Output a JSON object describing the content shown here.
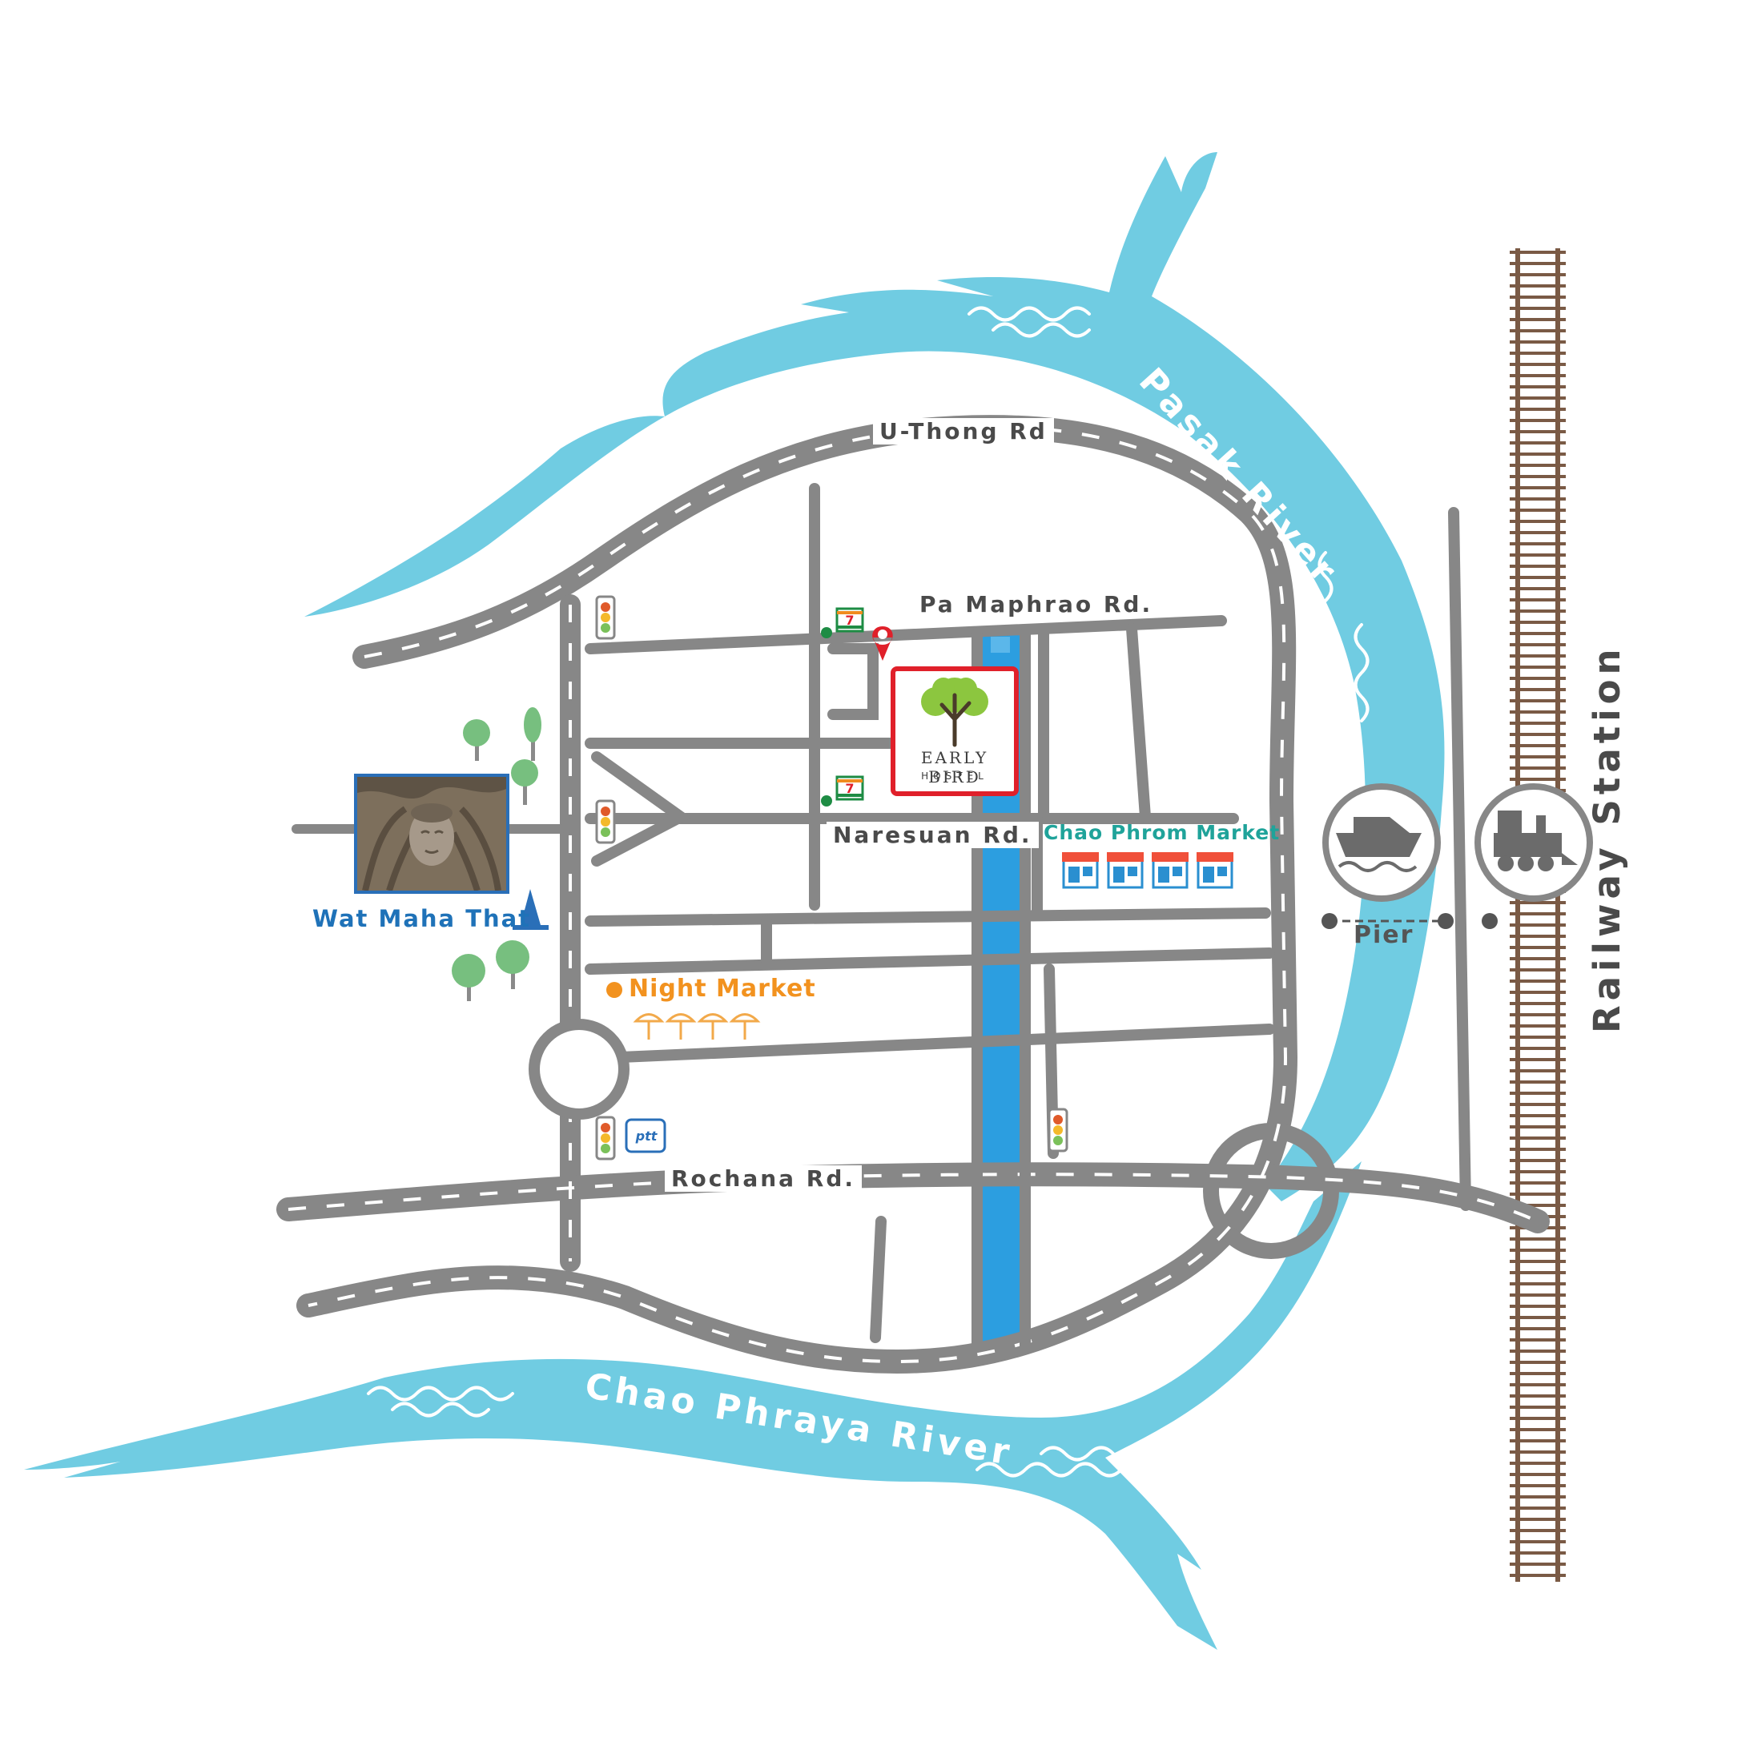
{
  "map": {
    "roads": {
      "u_thong": "U-Thong Rd",
      "pa_maphrao": "Pa Maphrao Rd.",
      "naresuan": "Naresuan Rd.",
      "rochana": "Rochana Rd."
    },
    "rivers": {
      "pasak": "Pasak River",
      "chao_phraya": "Chao Phraya River"
    },
    "places": {
      "hostel_line1": "EARLY BIRD",
      "hostel_line2": "HOSTEL",
      "chao_phrom": "Chao Phrom Market",
      "night_market": "Night Market",
      "wat_maha_that": "Wat Maha That",
      "pier": "Pier",
      "railway_station": "Railway Station",
      "seven_eleven": "7",
      "ptt": "ptt"
    },
    "colors": {
      "river": "#70cce2",
      "canal": "#2c9ee0",
      "road": "#878787",
      "road_marking": "#ffffff",
      "hostel_frame": "#e0202a",
      "tree": "#77bf7f",
      "rail": "#7a5a45"
    },
    "icons": [
      "boat-icon",
      "train-icon",
      "traffic-light-icon",
      "seven-eleven-icon",
      "ptt-icon",
      "location-pin-icon",
      "tree-icon",
      "temple-icon",
      "market-stall-icon",
      "umbrella-icon"
    ]
  }
}
